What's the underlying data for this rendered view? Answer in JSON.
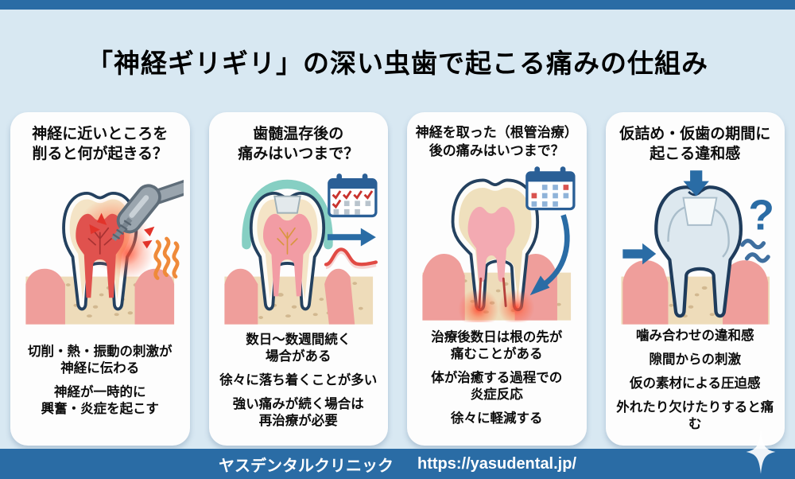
{
  "page": {
    "background": "#d8e8f2",
    "bar_color": "#2a6ca5"
  },
  "header": {
    "title": "「神経ギリギリ」の深い虫歯で起こる痛みの仕組み"
  },
  "panels": [
    {
      "title": "神経に近いところを\n削ると何が起きる？",
      "icons": [
        "tooth-cross-section-icon",
        "dental-drill-icon",
        "pain-spark-icon",
        "heat-wave-icon"
      ],
      "body": [
        "切削・熱・振動の刺激が\n神経に伝わる",
        "神経が一時的に\n興奮・炎症を起こす"
      ]
    },
    {
      "title": "歯髄温存後の\n痛みはいつまで？",
      "icons": [
        "tooth-with-filling-icon",
        "calendar-checked-icon",
        "arrow-right-icon",
        "pain-curve-icon"
      ],
      "body": [
        "数日〜数週間続く\n場合がある",
        "徐々に落ち着くことが多い",
        "強い痛みが続く場合は\n再治療が必要"
      ]
    },
    {
      "title": "神経を取った（根管治療）\n後の痛みはいつまで？",
      "icons": [
        "tooth-root-inflammation-icon",
        "calendar-icon",
        "curved-arrow-down-icon"
      ],
      "body": [
        "治療後数日は根の先が\n痛むことがある",
        "体が治癒する過程での\n炎症反応",
        "徐々に軽減する"
      ]
    },
    {
      "title": "仮詰め・仮歯の期間に\n起こる違和感",
      "icons": [
        "temporary-tooth-icon",
        "pressure-arrow-icon",
        "question-mark-icon",
        "squiggle-icon"
      ],
      "body": [
        "噛み合わせの違和感",
        "隙間からの刺激",
        "仮の素材による圧迫感",
        "外れたり欠けたりすると痛む"
      ]
    }
  ],
  "footer": {
    "clinic_name": "ヤスデンタルクリニック",
    "url": "https://yasudental.jp/"
  }
}
